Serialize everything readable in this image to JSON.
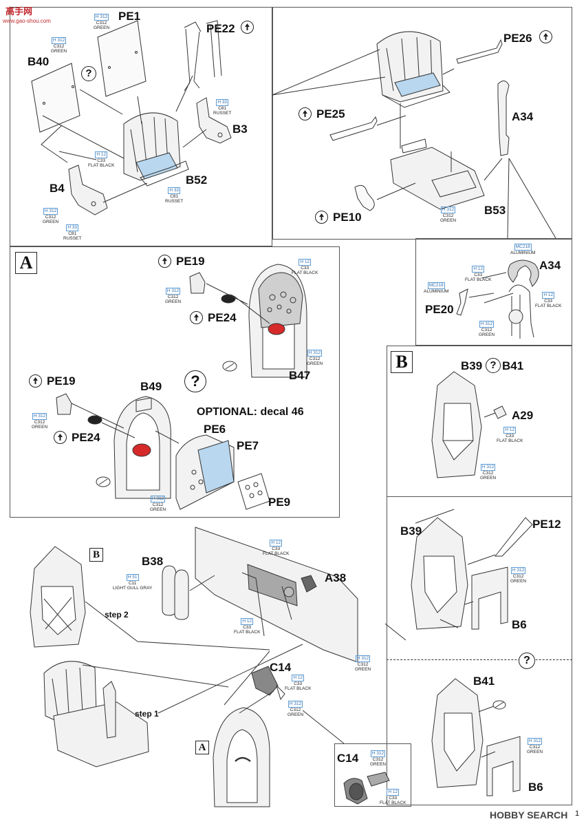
{
  "watermark": {
    "title": "高手网",
    "url": "www.gao-shou.com",
    "footer": "HOBBY SEARCH",
    "page_number": "1"
  },
  "parts": {
    "pe1": "PE1",
    "pe22": "PE22",
    "b40": "B40",
    "b3": "B3",
    "b4": "B4",
    "b52": "B52",
    "pe26": "PE26",
    "pe25": "PE25",
    "a34": "A34",
    "pe10": "PE10",
    "b53": "B53",
    "a34b": "A34",
    "pe20": "PE20",
    "pe19a": "PE19",
    "pe24a": "PE24",
    "b47": "B47",
    "pe19b": "PE19",
    "pe24b": "PE24",
    "b49": "B49",
    "pe6": "PE6",
    "pe7": "PE7",
    "pe9": "PE9",
    "b39a": "B39",
    "b41a": "B41",
    "a29": "A29",
    "b39b": "B39",
    "pe12": "PE12",
    "b6a": "B6",
    "b41b": "B41",
    "b6b": "B6",
    "b38": "B38",
    "a38": "A38",
    "c14a": "C14",
    "c14b": "C14"
  },
  "section_labels": {
    "a1": "A",
    "b1": "B",
    "b2": "B",
    "a2": "A"
  },
  "optional_note": "OPTIONAL: decal 46",
  "steps": {
    "step1": "step 1",
    "step2": "step 2"
  },
  "question_mark": "?",
  "paints": {
    "green": {
      "h": "H 312",
      "c": "C312",
      "n": "GREEN"
    },
    "russet": {
      "h": "H 33",
      "c": "C81",
      "n": "RUSSET"
    },
    "flat_black": {
      "h": "H 12",
      "c": "C33",
      "n": "FLAT BLACK"
    },
    "aluminium": {
      "h": "MC218",
      "n": "ALUMINIUM"
    },
    "gull_gray": {
      "h": "H 51",
      "c": "C11",
      "n": "LIGHT GULL GRAY"
    }
  },
  "colors": {
    "paint_code_blue": "#5b9bd5",
    "red_part": "#d62a2a",
    "highlight_blue": "#b9d7ee"
  }
}
